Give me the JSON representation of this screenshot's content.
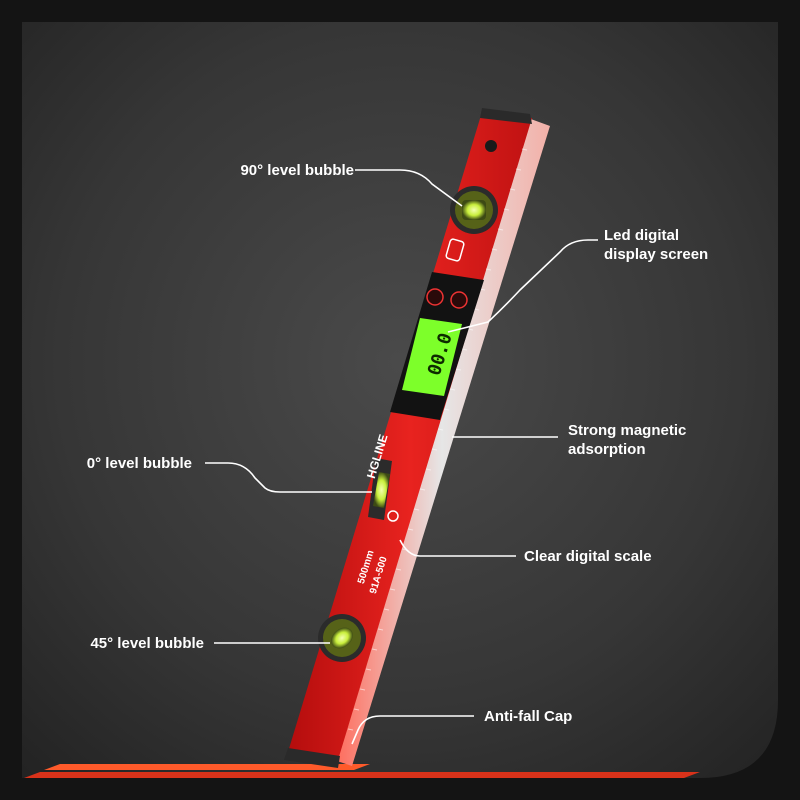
{
  "product": {
    "brand": "HGLINE",
    "length": "500mm",
    "model": "91A-500",
    "display_reading": "00.0",
    "display_color": "#7dff2a",
    "body_color": "#e41b1b",
    "background_color": "#3a3a3a"
  },
  "callouts": [
    {
      "id": "90-level-bubble",
      "lines": [
        "90° level bubble"
      ],
      "side": "left"
    },
    {
      "id": "led-display",
      "lines": [
        "Led digital",
        "display screen"
      ],
      "side": "right"
    },
    {
      "id": "magnetic",
      "lines": [
        "Strong magnetic",
        "adsorption"
      ],
      "side": "right"
    },
    {
      "id": "0-level-bubble",
      "lines": [
        "0° level bubble"
      ],
      "side": "left"
    },
    {
      "id": "digital-scale",
      "lines": [
        "Clear digital scale"
      ],
      "side": "right"
    },
    {
      "id": "45-level-bubble",
      "lines": [
        "45° level bubble"
      ],
      "side": "left"
    },
    {
      "id": "anti-fall-cap",
      "lines": [
        "Anti-fall Cap"
      ],
      "side": "right"
    }
  ]
}
